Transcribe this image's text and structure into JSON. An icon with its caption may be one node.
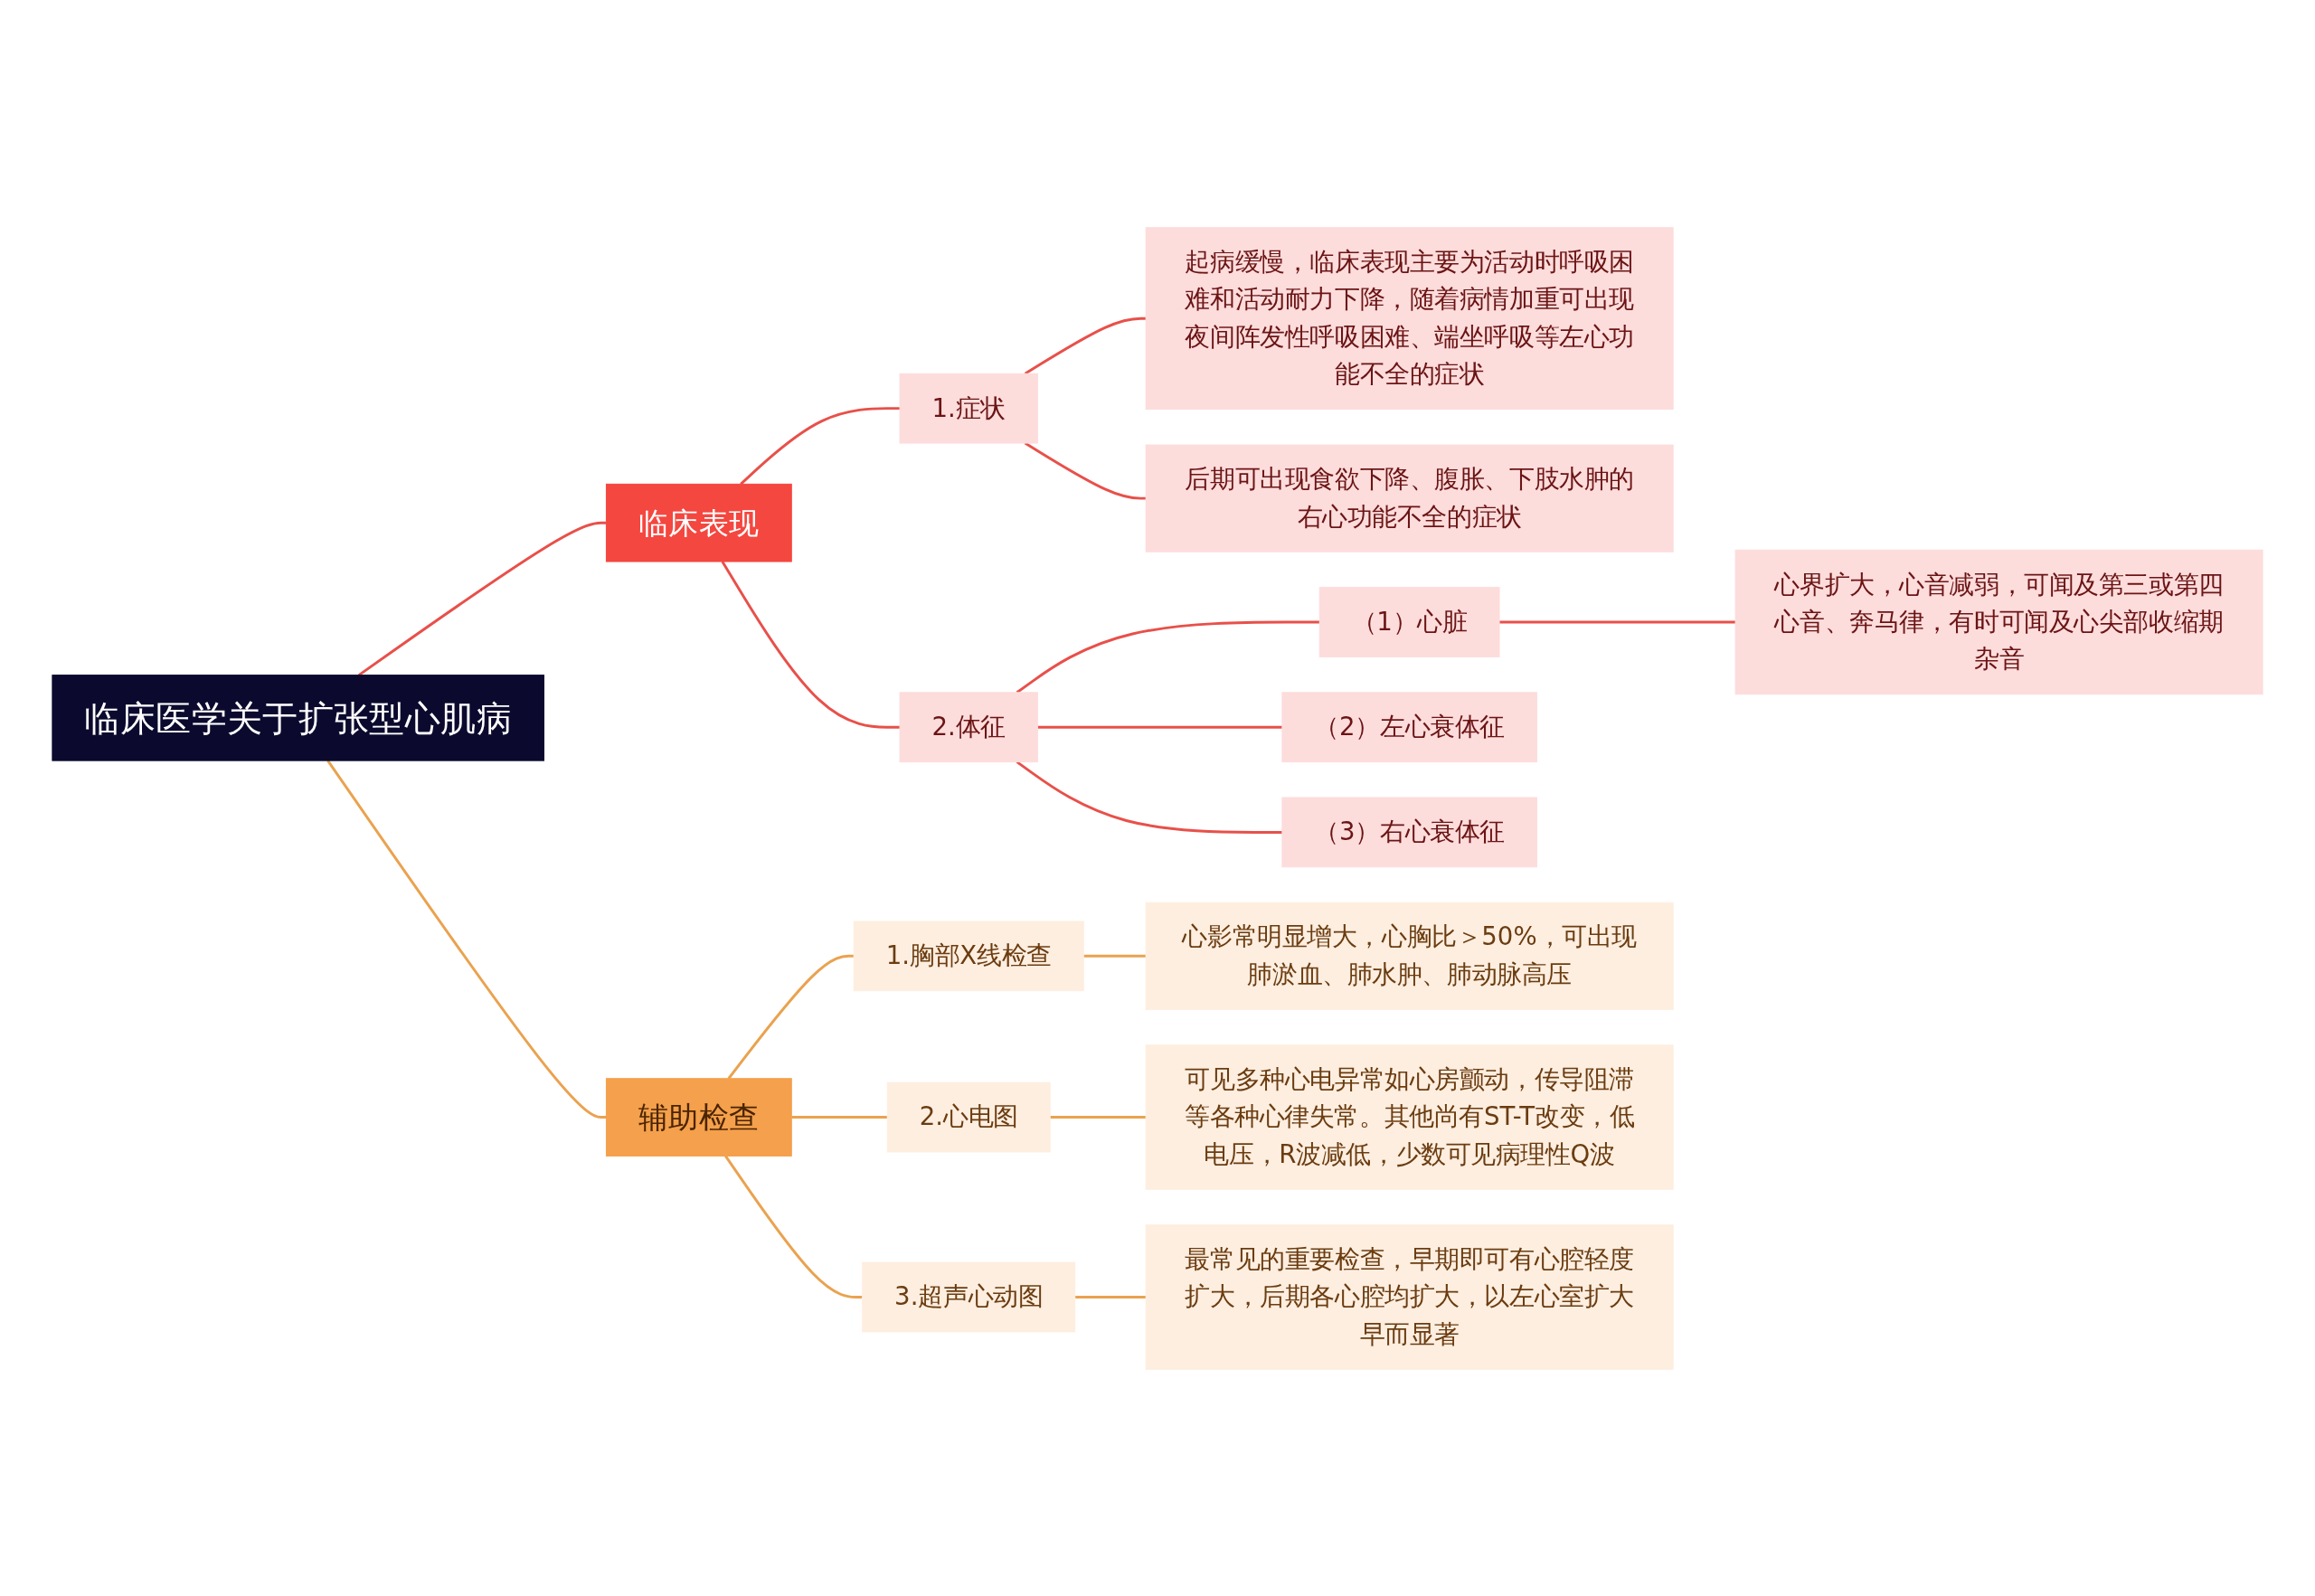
{
  "diagram": {
    "nodes": [
      {
        "text": [
          "临床医学关于扩张型心肌病"
        ]
      },
      {
        "text": [
          "临床表现"
        ]
      },
      {
        "text": [
          "1.症状"
        ]
      },
      {
        "text": [
          "起病缓慢，临床表现主要为活动时呼吸困难和活动耐力下降，随着病情加重可出现夜间阵发性呼吸困难、端坐呼吸等左心功能不全的症状"
        ]
      },
      {
        "text": [
          "后期可出现食欲下降、腹胀、下肢水肿的右心功能不全的症状"
        ]
      },
      {
        "text": [
          "2.体征"
        ]
      },
      {
        "text": [
          "（1）心脏"
        ]
      },
      {
        "text": [
          "心界扩大，心音减弱，可闻及第三或第四心音、奔马律，有时可闻及心尖部收缩期杂音"
        ]
      },
      {
        "text": [
          "（2）左心衰体征"
        ]
      },
      {
        "text": [
          "（3）右心衰体征"
        ]
      },
      {
        "text": [
          "辅助检查"
        ]
      },
      {
        "text": [
          "1.胸部X线检查"
        ]
      },
      {
        "text": [
          "心影常明显增大，心胸比＞50%，可出现肺淤血、肺水肿、肺动脉高压"
        ]
      },
      {
        "text": [
          "2.心电图"
        ]
      },
      {
        "text": [
          "可见多种心电异常如心房颤动，传导阻滞等各种心律失常。其他尚有ST-T改变，低电压，R波减低，少数可见病理性Q波"
        ]
      },
      {
        "text": [
          "3.超声心动图"
        ]
      },
      {
        "text": [
          "最常见的重要检查，早期即可有心腔轻度扩大，后期各心腔均扩大，以左心室扩大早而显著"
        ]
      }
    ],
    "edges": [
      {
        "from": 0,
        "to": 1,
        "arrow": "none"
      },
      {
        "from": 1,
        "to": 2,
        "arrow": "none"
      },
      {
        "from": 2,
        "to": 3,
        "arrow": "none"
      },
      {
        "from": 2,
        "to": 4,
        "arrow": "none"
      },
      {
        "from": 1,
        "to": 5,
        "arrow": "none"
      },
      {
        "from": 5,
        "to": 6,
        "arrow": "none"
      },
      {
        "from": 6,
        "to": 7,
        "arrow": "none"
      },
      {
        "from": 5,
        "to": 8,
        "arrow": "none"
      },
      {
        "from": 5,
        "to": 9,
        "arrow": "none"
      },
      {
        "from": 0,
        "to": 10,
        "arrow": "none",
        "color": "#eaa24f"
      },
      {
        "from": 10,
        "to": 11,
        "arrow": "none",
        "color": "#eaa24f"
      },
      {
        "from": 11,
        "to": 12,
        "arrow": "none",
        "color": "#eaa24f"
      },
      {
        "from": 10,
        "to": 13,
        "arrow": "none",
        "color": "#eaa24f"
      },
      {
        "from": 13,
        "to": 14,
        "arrow": "none",
        "color": "#eaa24f"
      },
      {
        "from": 10,
        "to": 15,
        "arrow": "none",
        "color": "#eaa24f"
      },
      {
        "from": 15,
        "to": 16,
        "arrow": "none",
        "color": "#eaa24f"
      }
    ]
  }
}
